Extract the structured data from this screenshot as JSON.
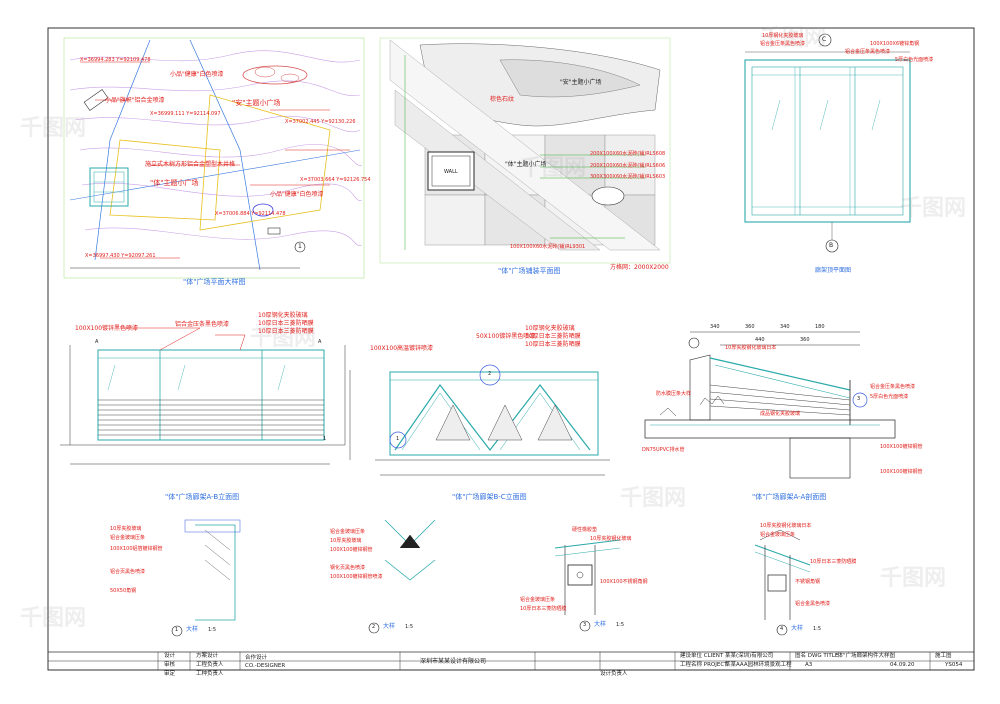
{
  "watermark": "千图网",
  "plan_main": {
    "title": "\"体\"广场平面大样图",
    "zone_labels": [
      "\"体\"主题小广场",
      "\"安\"主题小广场"
    ],
    "notes": [
      "小品\"旗帜\"铝合金喷漆",
      "小品\"健康\"白色喷漆",
      "施立式木树方形铝合金塑型木井格",
      "小品\"健康\"白色喷漆"
    ],
    "coords": [
      "X=36994.283 Y=92109.478",
      "X=36999.111 Y=92114.097",
      "X=37002.445 Y=92130.226",
      "X=37003.664 Y=92126.754",
      "X=37006.884 Y=92114.478",
      "X=36997.430 Y=92097.261"
    ],
    "marker": "1"
  },
  "plan_paving": {
    "title": "\"体\"广场铺装平面图",
    "zone_labels": [
      "\"体\"主题小广场",
      "\"安\"主题小广场"
    ],
    "specs": [
      "棕色石纹",
      "200X100X60水泥砖(铺)RLS608",
      "200X100X60水泥砖(铺)RLS606",
      "300X300X60水泥砖(铺)RLS603",
      "100X100X60水泥砖(铺)RL9301"
    ],
    "grid_note": "方格网：2000X2000",
    "wall_label": "WALL"
  },
  "top_plan": {
    "title": "廊架顶平面图",
    "specs": [
      "100X100X6镀锌角钢",
      "铝合金压条黑色喷漆",
      "铝合金压条黑色喷漆",
      "10厚钢化夹胶玻璃",
      "5厚白色光面喷漆"
    ],
    "markers": [
      "C",
      "B"
    ]
  },
  "elev_ab": {
    "title": "\"体\"广场廊架A-B立面图",
    "specs": [
      "100X100镀锌黑色喷漆",
      "铝合金压条黑色喷漆",
      "10厚钢化夹胶玻璃",
      "10厚日本三菱防晒膜",
      "10厚日本三菱防晒膜"
    ],
    "markers": [
      "A",
      "A",
      "1"
    ]
  },
  "elev_bc": {
    "title": "\"体\"广场廊架B-C立面图",
    "specs": [
      "100X100高温镀锌喷漆",
      "10厚钢化夹胶玻璃",
      "10厚日本三菱防晒膜",
      "10厚日本三菱防晒膜",
      "50X100镀锌黑色喷漆"
    ],
    "markers": [
      "1",
      "2"
    ]
  },
  "section_aa": {
    "title": "\"体\"广场廊架A-A剖面图",
    "dims": [
      "340",
      "360",
      "340",
      "180",
      "440",
      "360"
    ],
    "specs": [
      "10厚夹胶钢化玻璃日本",
      "防水膜压条大样",
      "铝合金压条黑色喷漆",
      "DN75UPVC排水管",
      "成品钢化夹胶玻璃",
      "5厚白色光面喷漆",
      "100X100镀锌钢管",
      "100X100镀锌钢管"
    ],
    "marker": "3"
  },
  "details": [
    {
      "label": "大样",
      "marker": "1",
      "scale": "1:5",
      "specs": [
        "10厚夹胶玻璃",
        "铝合金玻璃压条",
        "100X100铝箔镀锌钢管",
        "50X50角钢",
        "铝合页黑色喷漆"
      ]
    },
    {
      "label": "大样",
      "marker": "2",
      "scale": "1:5",
      "specs": [
        "铝合金玻璃压条",
        "10厚夹胶玻璃",
        "100X100镀锌钢管",
        "钢化页黑色喷漆",
        "100X100镀锌钢管喷漆"
      ]
    },
    {
      "label": "大样",
      "marker": "3",
      "scale": "1:5",
      "specs": [
        "硬性橡胶垫",
        "10厚夹胶钢化玻璃",
        "铝合金玻璃压条",
        "100X100不锈钢角钢",
        "10厚日本三菱防晒膜"
      ]
    },
    {
      "label": "大样",
      "marker": "4",
      "scale": "1:5",
      "specs": [
        "10厚夹胶钢化玻璃日本",
        "铝合金玻璃压条",
        "10厚日本三菱防晒膜",
        "不锈钢角钢",
        "铝合金黑色喷漆"
      ]
    }
  ],
  "title_block": {
    "company_cn": "深圳市某某设计有限公司",
    "company_en": "CO.-DESIGNER",
    "cooperation": "合作设计",
    "client_label": "建设单位 CLIENT",
    "client": "某某(深圳)有限公司",
    "project_label": "工程名称 PROJECT",
    "project": "某某AAA园林环境景观工程",
    "drawing_label": "图名 DWG TITLE",
    "drawing": "\"体\"广场廊架构件大样图",
    "stage": "施工图",
    "scale": "A3",
    "date": "04.09.20",
    "number": "YS054",
    "roles": [
      "设计",
      "审核",
      "审定",
      "方案设计",
      "工程负责人",
      "工种负责人",
      "设计负责人"
    ]
  }
}
